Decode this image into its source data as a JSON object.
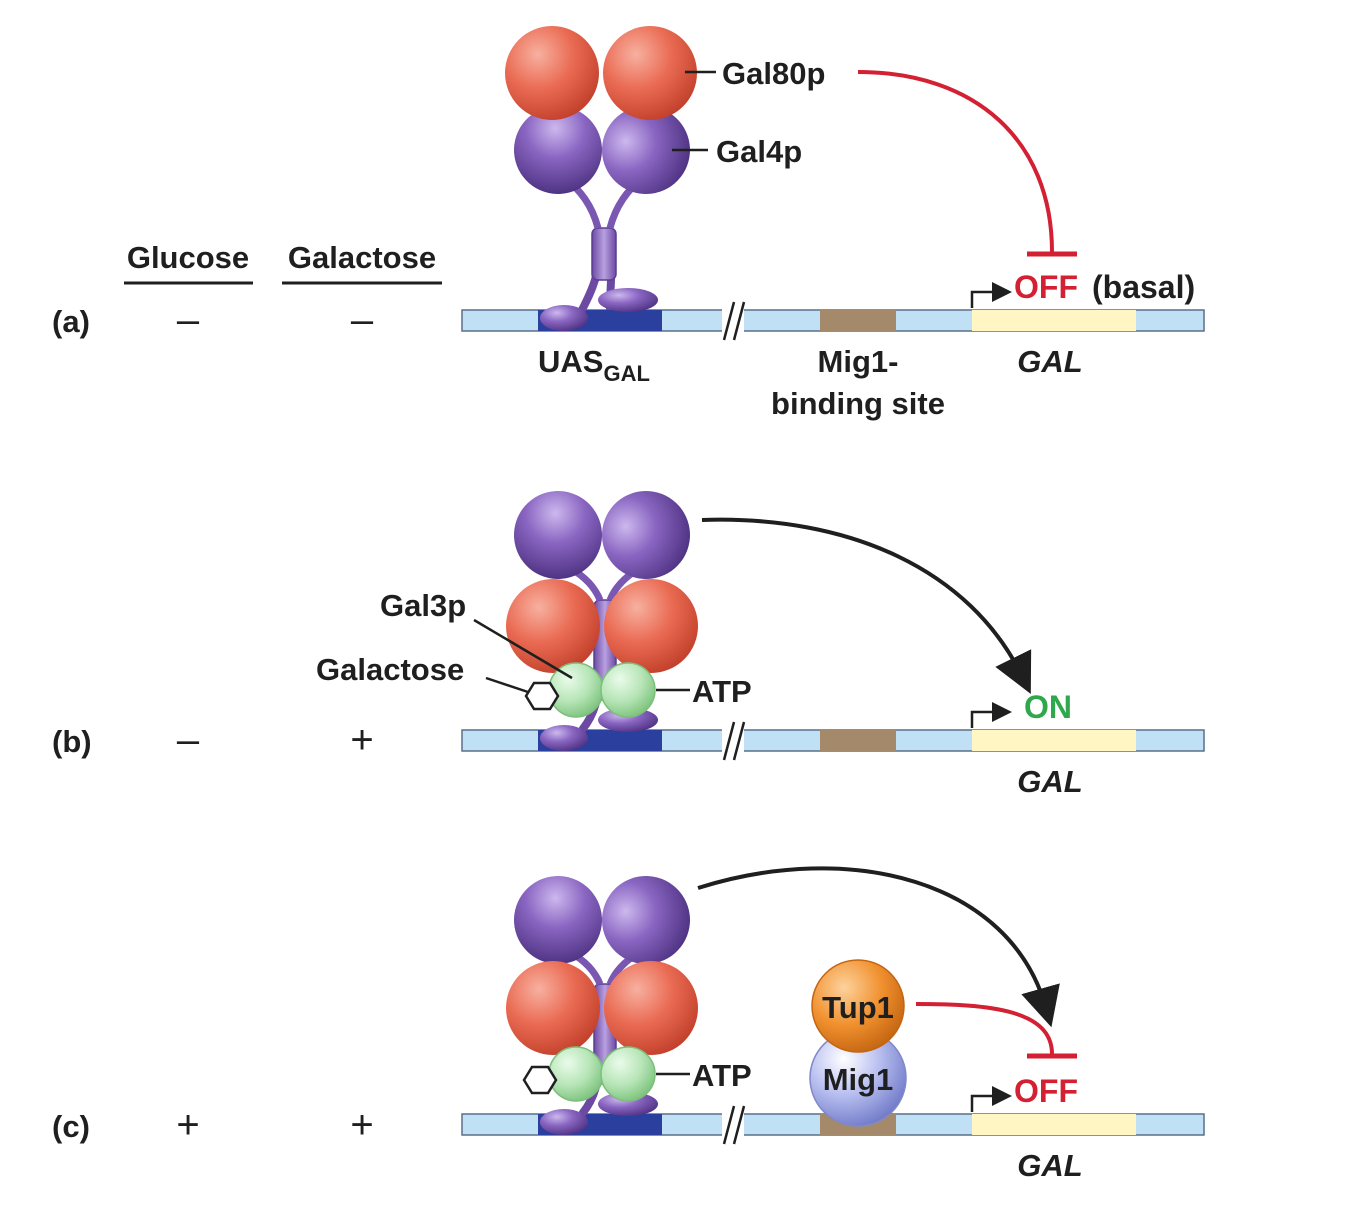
{
  "headers": {
    "glucose": "Glucose",
    "galactose": "Galactose"
  },
  "panels": [
    {
      "label": "(a)",
      "glucose": "–",
      "galactose": "–",
      "state": "OFF",
      "state_suffix": "(basal)",
      "gene": "GAL"
    },
    {
      "label": "(b)",
      "glucose": "–",
      "galactose": "+",
      "state": "ON",
      "gene": "GAL"
    },
    {
      "label": "(c)",
      "glucose": "+",
      "galactose": "+",
      "state": "OFF",
      "gene": "GAL"
    }
  ],
  "labels": {
    "gal80p": "Gal80p",
    "gal4p": "Gal4p",
    "uas_main": "UAS",
    "uas_sub": "GAL",
    "mig1_site_line1": "Mig1-",
    "mig1_site_line2": "binding site",
    "gal3p": "Gal3p",
    "galactose": "Galactose",
    "atp_b": "ATP",
    "atp_c": "ATP",
    "tup1": "Tup1",
    "mig1": "Mig1"
  },
  "colors": {
    "purple": "#7c5bb0",
    "salmon": "#e8654d",
    "green": "#b6e3b6",
    "dna_light": "#bfe0f5",
    "uas_dark": "#2a3f9e",
    "mig1_site": "#a48a6b",
    "gene_yellow": "#fff6c4",
    "repress_red": "#d32032",
    "on_green": "#2ea84a",
    "tup1_orange": "#f08a2a",
    "mig1_blue": "#a9b0e6"
  }
}
